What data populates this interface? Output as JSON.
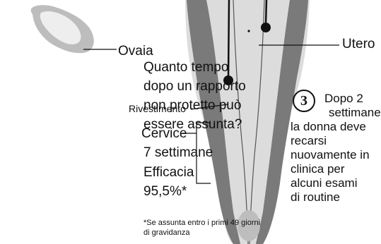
{
  "question": {
    "lines": [
      "Quanto tempo",
      "dopo un rapporto",
      "non protetto può",
      "essere assunta?"
    ]
  },
  "answer": "7 settimane",
  "efficacy": {
    "label": "Efficacia",
    "value": "95,5%*"
  },
  "footnote": {
    "lines": [
      "*Se assunta entro i primi 49 giorni",
      "di gravidanza"
    ]
  },
  "labels": {
    "ovary": "Ovaia",
    "uterus": "Utero",
    "lining": "Rivestimento",
    "cervix": "Cervice"
  },
  "step": {
    "number": "3",
    "lines": [
      "Dopo 2",
      "settimane",
      "la donna deve",
      "recarsi",
      "nuovamente in",
      "clinica per",
      "alcuni esami",
      "di routine"
    ]
  },
  "colors": {
    "uterus_fill": "#7a7a7a",
    "uterus_light": "#dcdcdc",
    "marker": "#111111"
  }
}
